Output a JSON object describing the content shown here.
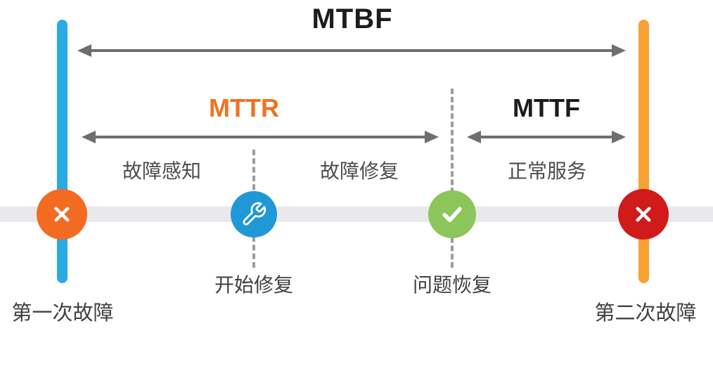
{
  "metrics": {
    "mtbf": "MTBF",
    "mttr": "MTTR",
    "mttf": "MTTF"
  },
  "phases": {
    "fault_detection": "故障感知",
    "fault_repair": "故障修复",
    "normal_service": "正常服务"
  },
  "events": {
    "first_failure": "第一次故障",
    "repair_start": "开始修复",
    "problem_recovery": "问题恢复",
    "second_failure": "第二次故障"
  },
  "icons": {
    "first_failure": "x-icon",
    "repair_start": "wrench-icon",
    "problem_recovery": "check-icon",
    "second_failure": "x-icon"
  },
  "colors": {
    "timeline-gray": "#e9e9eb",
    "first-bar-blue": "#29abe2",
    "second-bar-orange": "#f5a233",
    "failure-orange": "#f26b21",
    "repair-blue": "#2198d6",
    "recovery-green": "#8cc65a",
    "failure-red": "#d11a1a",
    "arrow-gray": "#6e6e6e",
    "dash-gray": "#9c9c9c",
    "mttr-orange": "#f0731e",
    "title-dark": "#1c1c1c",
    "phase-gray": "#4d4d4d",
    "event-gray": "#404040"
  }
}
